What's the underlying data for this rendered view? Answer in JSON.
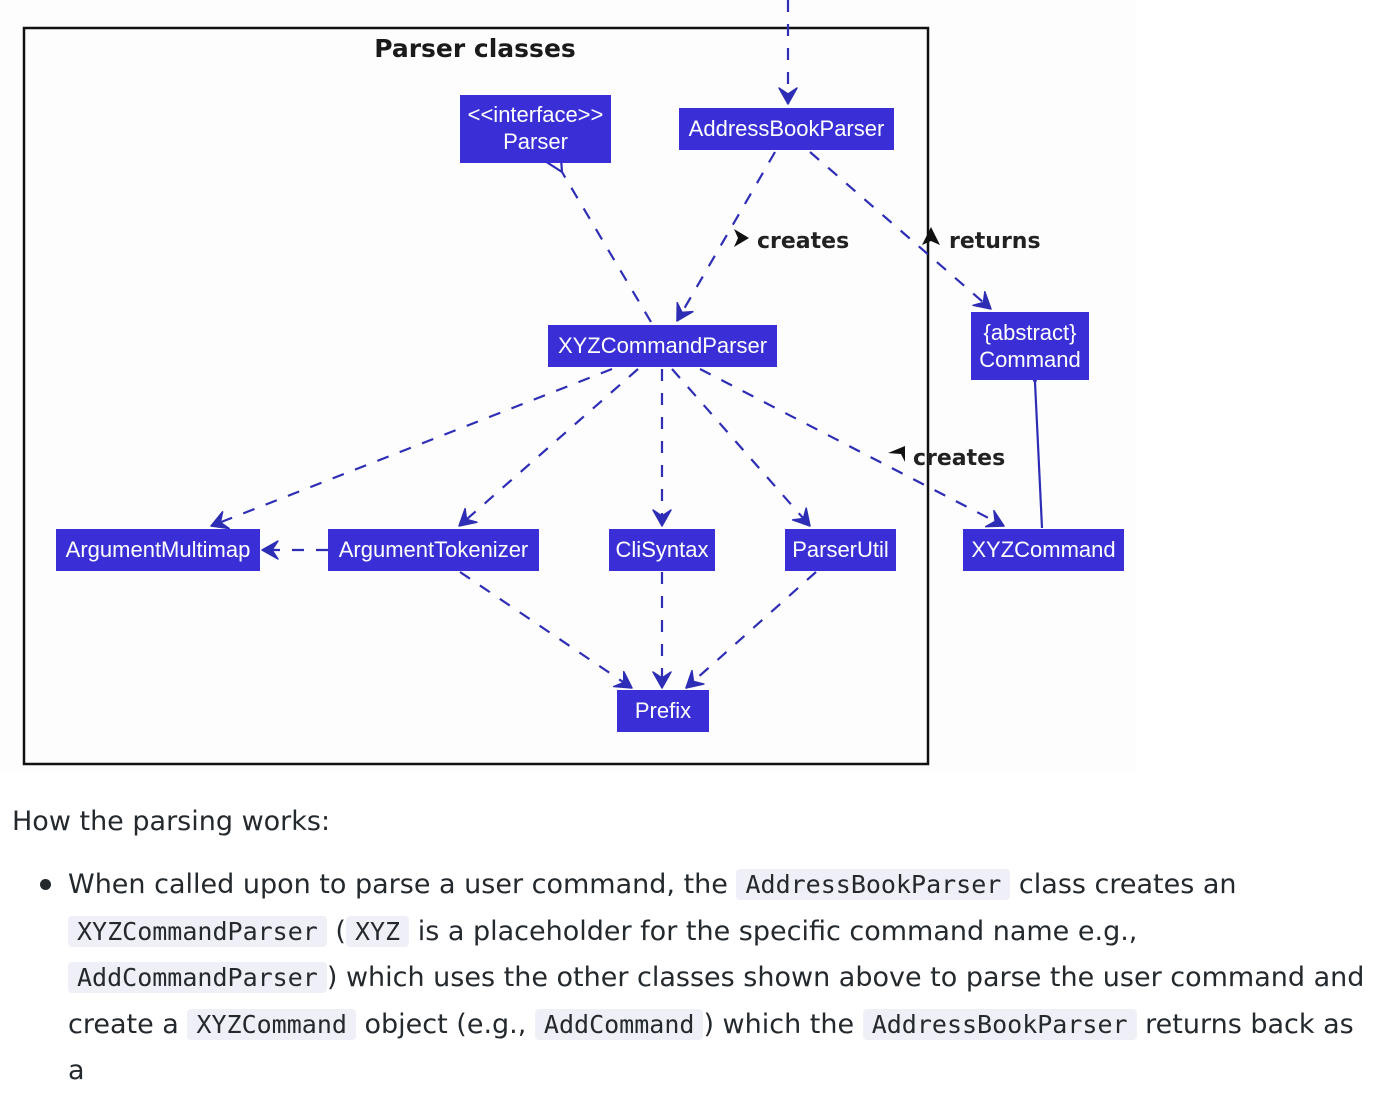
{
  "diagram": {
    "frame_title": "Parser classes",
    "classes": {
      "parser_interface": {
        "stereotype": "<<interface>>",
        "name": "Parser"
      },
      "address_book_parser": {
        "name": "AddressBookParser"
      },
      "xyz_command_parser": {
        "name": "XYZCommandParser"
      },
      "abstract_command": {
        "stereotype": "{abstract}",
        "name": "Command"
      },
      "argument_multimap": {
        "name": "ArgumentMultimap"
      },
      "argument_tokenizer": {
        "name": "ArgumentTokenizer"
      },
      "cli_syntax": {
        "name": "CliSyntax"
      },
      "parser_util": {
        "name": "ParserUtil"
      },
      "xyz_command": {
        "name": "XYZCommand"
      },
      "prefix": {
        "name": "Prefix"
      }
    },
    "edge_labels": {
      "creates_parser": "creates",
      "returns_command": "returns",
      "creates_command": "creates"
    },
    "colors": {
      "class_fill": "#3a2fd6",
      "edge": "#2d2db5",
      "frame": "#111111"
    }
  },
  "prose": {
    "intro": "How the parsing works:",
    "bullet": {
      "t1": "When called upon to parse a user command, the ",
      "c1": "AddressBookParser",
      "t2": " class creates an ",
      "c2": "XYZCommandParser",
      "t3": " (",
      "c3": "XYZ",
      "t4": " is a placeholder for the specific command name e.g., ",
      "c4": "AddCommandParser",
      "t5": ") which uses the other classes shown above to parse the user command and create a ",
      "c5": "XYZCommand",
      "t6": " object (e.g., ",
      "c6": "AddCommand",
      "t7": ") which the ",
      "c7": "AddressBookParser",
      "t8": " returns back as a"
    }
  }
}
